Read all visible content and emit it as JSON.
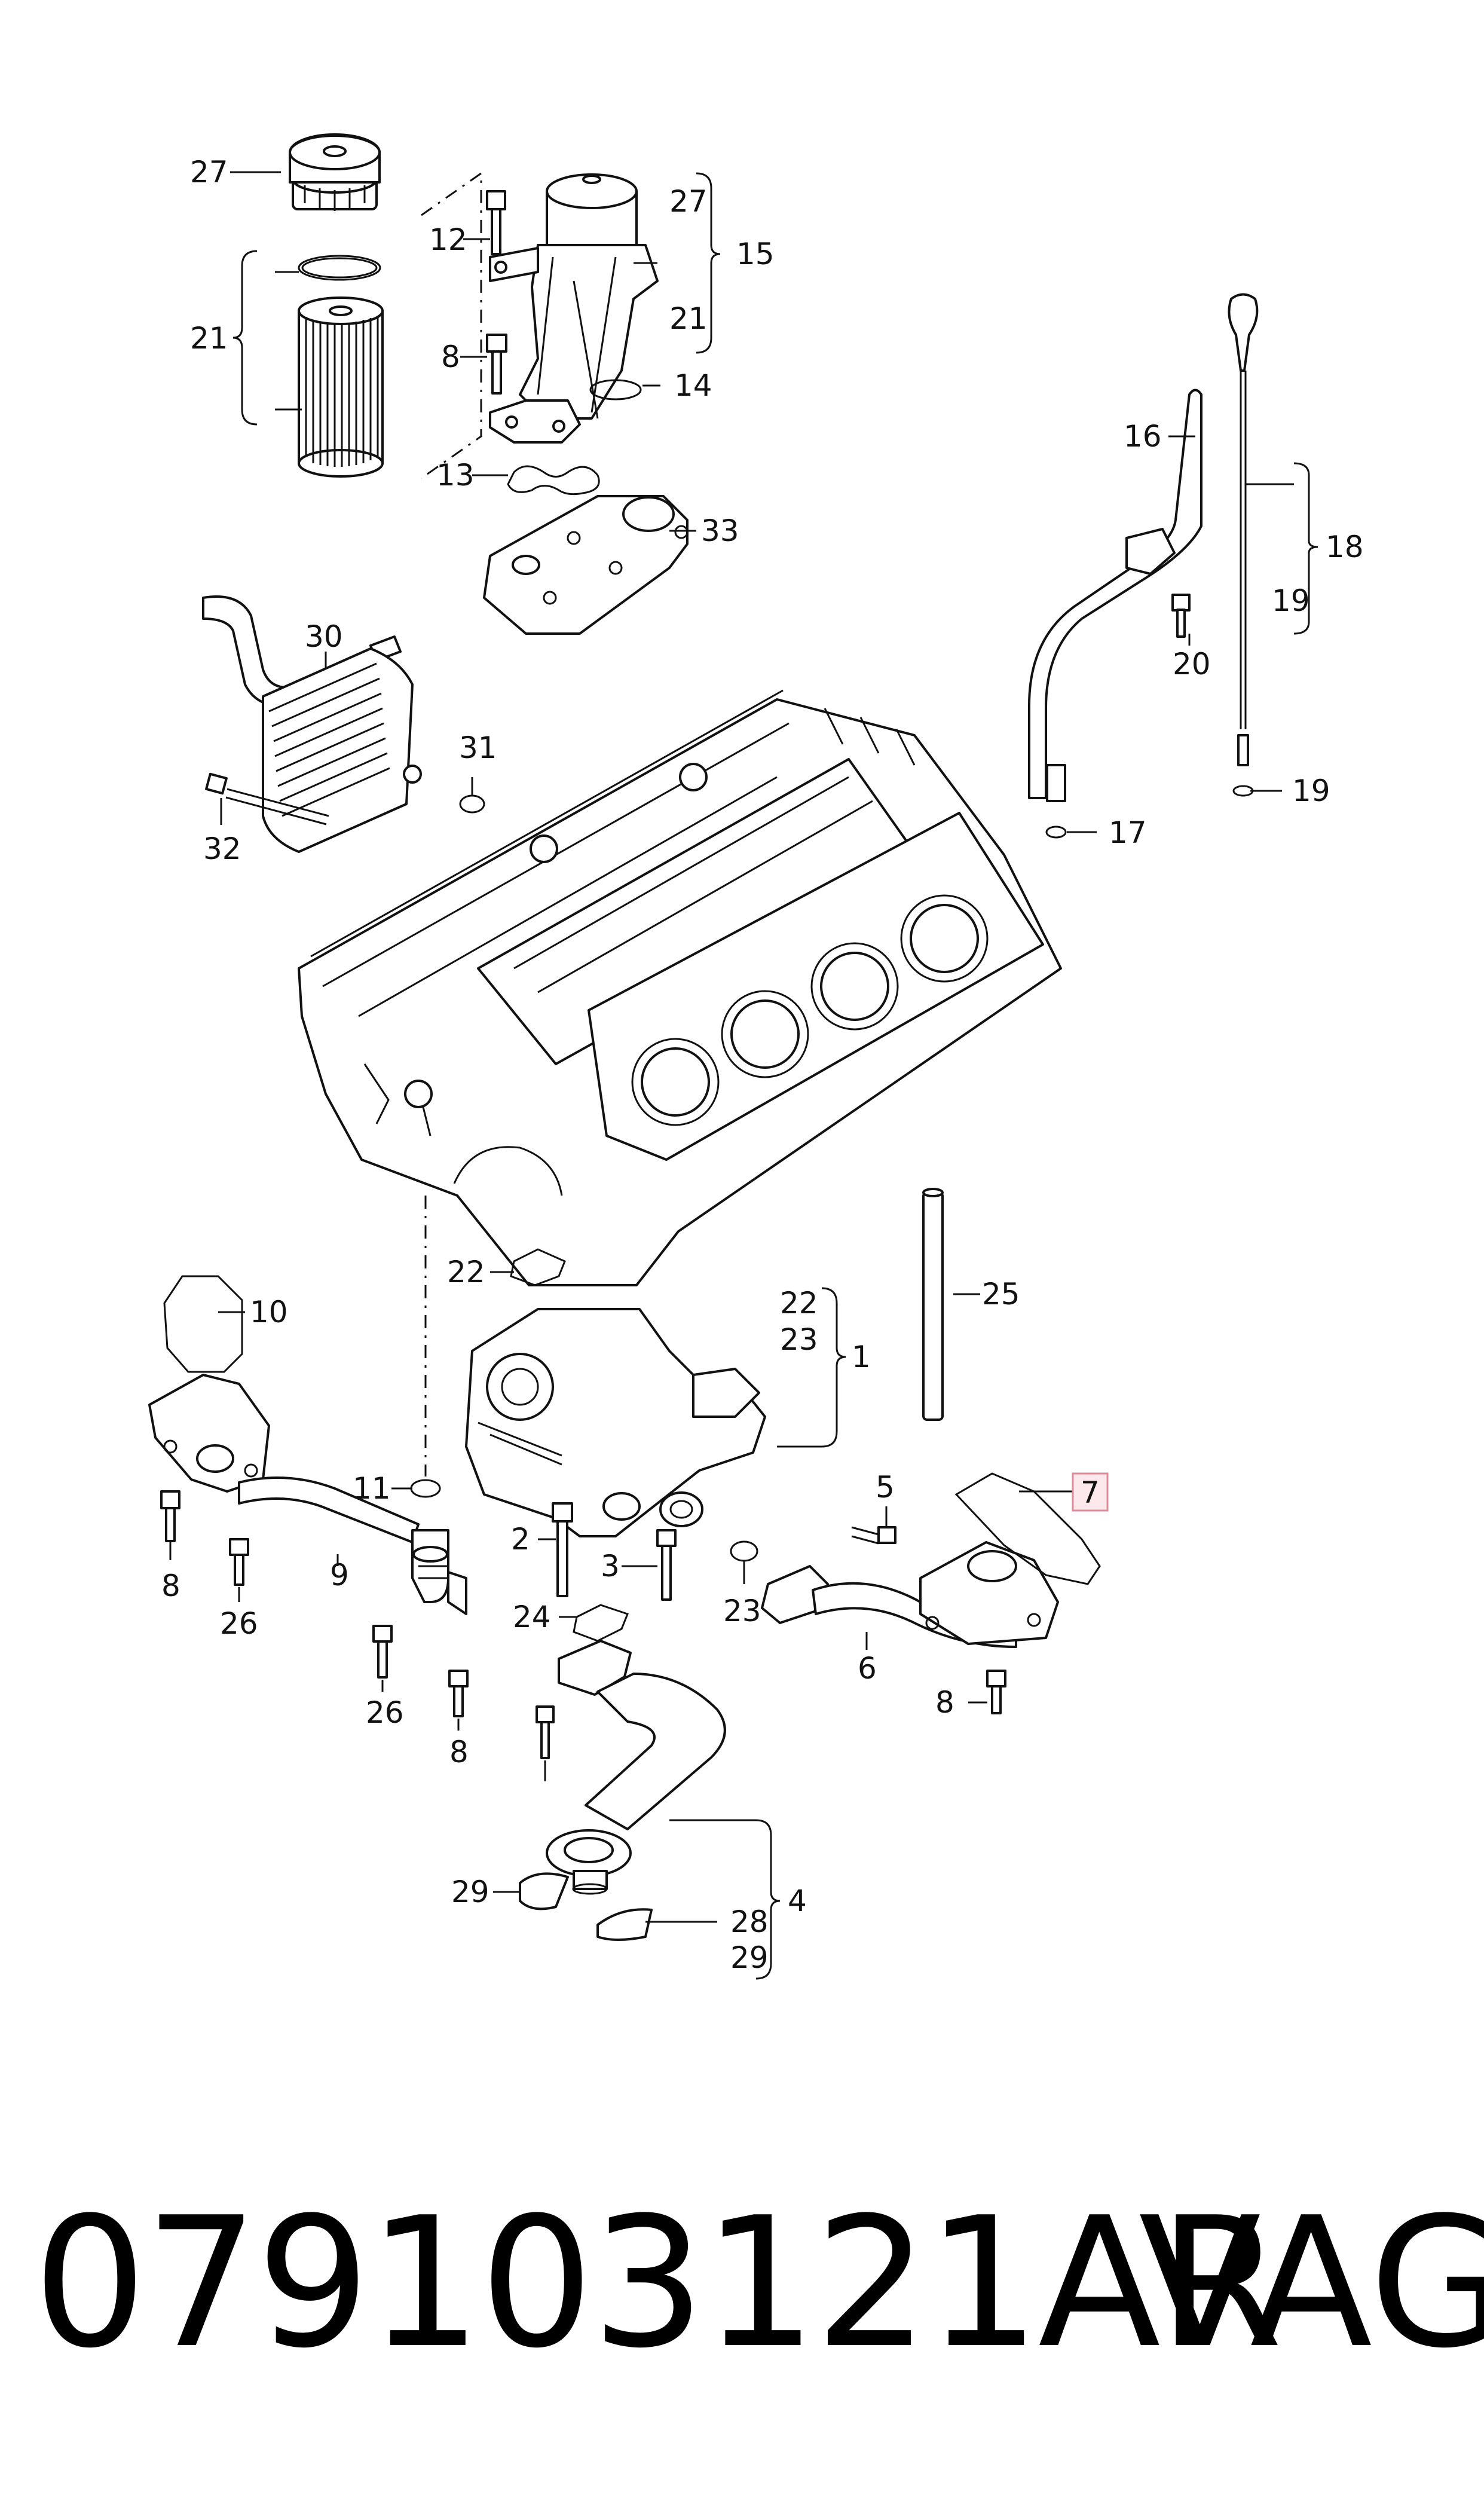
{
  "diagram": {
    "callouts": {
      "c27a": "27",
      "c27b": "27",
      "c12": "12",
      "c15": "15",
      "c21a": "21",
      "c21b": "21",
      "c8a": "8",
      "c14": "14",
      "c13": "13",
      "c33": "33",
      "c16": "16",
      "c18": "18",
      "c19a": "19",
      "c20": "20",
      "c19b": "19",
      "c17": "17",
      "c30": "30",
      "c31": "31",
      "c32": "32",
      "c22a": "22",
      "c22b": "22",
      "c23a": "23",
      "c1": "1",
      "c25": "25",
      "c10": "10",
      "c7": "7",
      "c5": "5",
      "c11": "11",
      "c2": "2",
      "c3": "3",
      "c23b": "23",
      "c24": "24",
      "c8b": "8",
      "c9": "9",
      "c26a": "26",
      "c26b": "26",
      "c8c": "8",
      "c6": "6",
      "c8d": "8",
      "c29a": "29",
      "c28": "28",
      "c4": "4",
      "c29b": "29"
    },
    "highlight_color": "#e08a99"
  },
  "footer": {
    "part_number": "079103121AR",
    "brand": "VAG"
  }
}
